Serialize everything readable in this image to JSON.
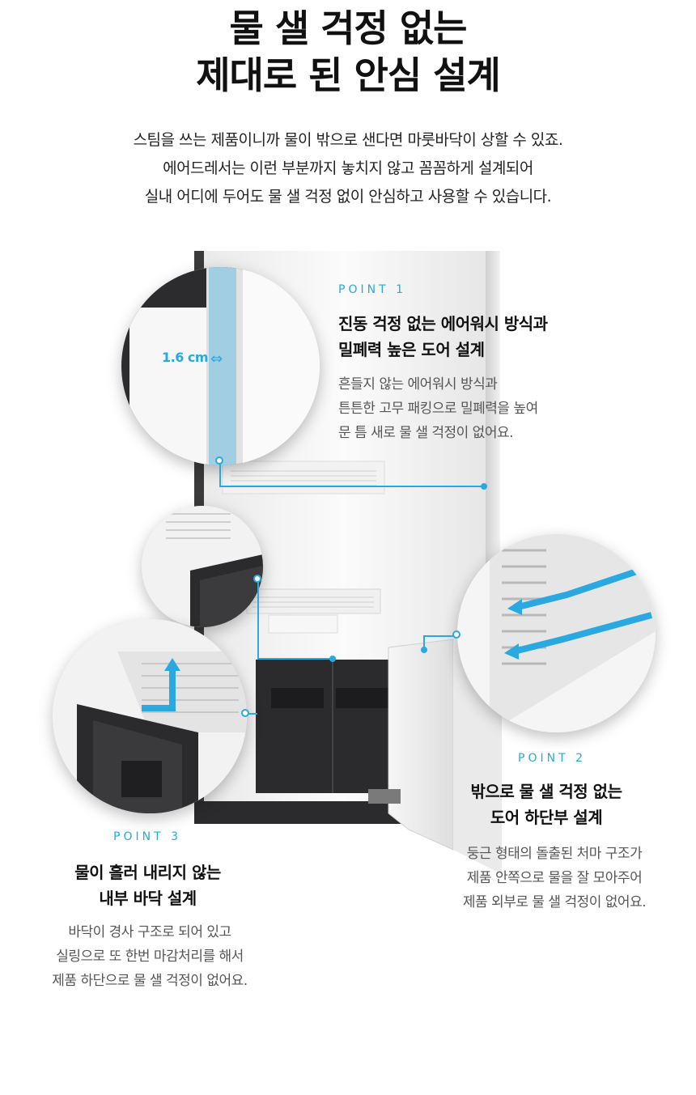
{
  "headline": {
    "line1": "물 샐 걱정 없는",
    "line2": "제대로 된 안심 설계"
  },
  "intro": {
    "line1": "스팀을 쓰는 제품이니까 물이 밖으로 샌다면 마룻바닥이 상할 수 있죠.",
    "line2": "에어드레서는 이런 부분까지 놓치지 않고 꼼꼼하게 설계되어",
    "line3": "실내 어디에 두어도 물 샐 걱정 없이 안심하고 사용할 수 있습니다."
  },
  "measure_label": "1.6 cm",
  "points": [
    {
      "label": "POINT 1",
      "title_lines": [
        "진동 걱정 없는 에어워시 방식과",
        "밀폐력 높은 도어 설계"
      ],
      "desc_lines": [
        "흔들지 않는 에어워시 방식과",
        "튼튼한 고무 패킹으로 밀폐력을 높여",
        "문 틈 새로 물 샐 걱정이 없어요."
      ]
    },
    {
      "label": "POINT 2",
      "title_lines": [
        "밖으로 물 샐 걱정 없는",
        "도어 하단부 설계"
      ],
      "desc_lines": [
        "둥근 형태의 돌출된 처마 구조가",
        "제품 안쪽으로 물을 잘 모아주어",
        "제품 외부로 물 샐 걱정이 없어요."
      ]
    },
    {
      "label": "POINT 3",
      "title_lines": [
        "물이 흘러 내리지 않는",
        "내부 바닥 설계"
      ],
      "desc_lines": [
        "바닥이 경사 구조로 되어 있고",
        "실링으로 또 한번 마감처리를 해서",
        "제품 하단으로 물 샐 걱정이 없어요."
      ]
    }
  ],
  "colors": {
    "accent": "#29a9e0",
    "cabinet_dark": "#2b2b2d",
    "panel_light": "#f4f4f4"
  }
}
